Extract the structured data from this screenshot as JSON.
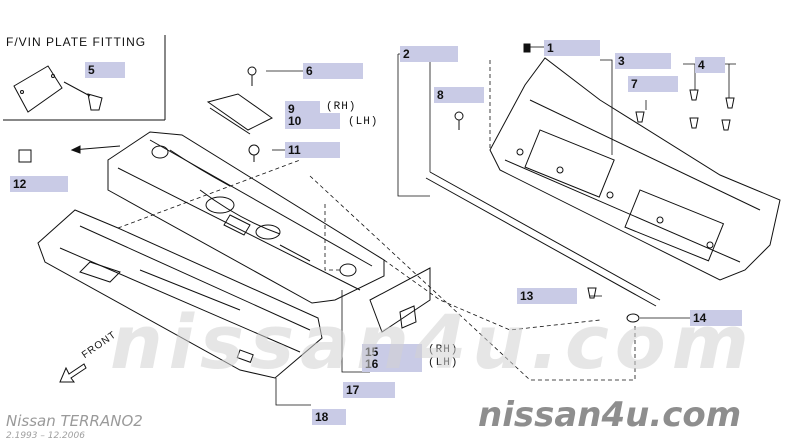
{
  "inset": {
    "title": "F/VIN PLATE FITTING"
  },
  "callouts": [
    {
      "id": "c1",
      "label": "1"
    },
    {
      "id": "c2",
      "label": "2"
    },
    {
      "id": "c3",
      "label": "3"
    },
    {
      "id": "c4",
      "label": "4"
    },
    {
      "id": "c5",
      "label": "5"
    },
    {
      "id": "c6",
      "label": "6"
    },
    {
      "id": "c7",
      "label": "7"
    },
    {
      "id": "c8",
      "label": "8"
    },
    {
      "id": "c9",
      "label": "9"
    },
    {
      "id": "c10",
      "label": "10"
    },
    {
      "id": "c11",
      "label": "11"
    },
    {
      "id": "c12",
      "label": "12"
    },
    {
      "id": "c13",
      "label": "13"
    },
    {
      "id": "c14",
      "label": "14"
    },
    {
      "id": "c15",
      "label": "15"
    },
    {
      "id": "c16",
      "label": "16"
    },
    {
      "id": "c17",
      "label": "17"
    },
    {
      "id": "c18",
      "label": "18"
    }
  ],
  "side_labels": {
    "rh": "(RH)",
    "lh": "(LH)"
  },
  "front_label": "FRONT",
  "watermark": {
    "center": "nissan4u.com",
    "corner": "nissan4u.com"
  },
  "vehicle": {
    "model": "Nissan TERRANO2",
    "dates": "2.1993 – 12.2006"
  },
  "colors": {
    "callout_bg": "#c9cbe6",
    "line": "#111111",
    "watermark": "#8e8e8e"
  }
}
